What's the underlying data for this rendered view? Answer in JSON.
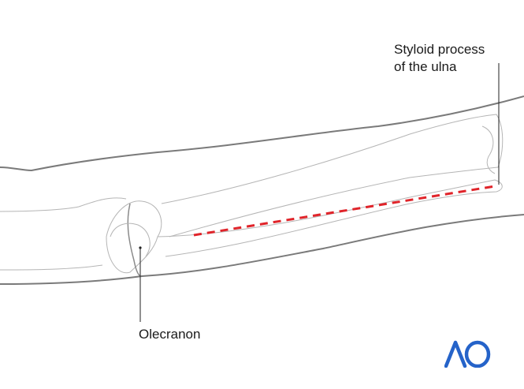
{
  "labels": {
    "styloid_line1": "Styloid process",
    "styloid_line2": "of the ulna",
    "olecranon": "Olecranon"
  },
  "logo": {
    "text": "AO",
    "color": "#2563c9"
  },
  "colors": {
    "skin_outline": "#7a7a7a",
    "bone_outline": "#b5b5b5",
    "incision_line": "#e0242a",
    "leader_line": "#222222"
  }
}
